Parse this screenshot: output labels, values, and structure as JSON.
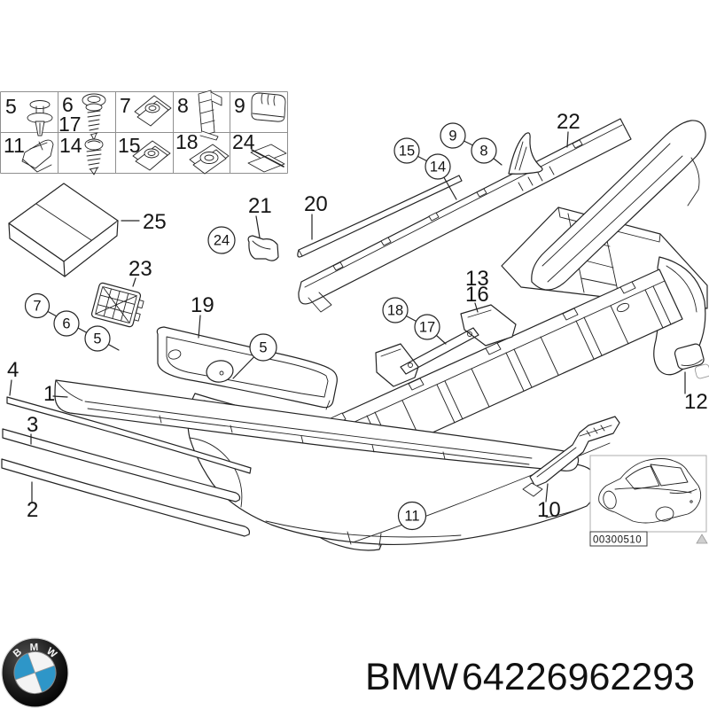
{
  "parts_table": {
    "row1": [
      {
        "number": "5",
        "icon": "expansion-rivet"
      },
      {
        "number": "6",
        "number2": "17",
        "icon": "screw-with-washer"
      },
      {
        "number": "7",
        "icon": "sheet-metal-clip-nut"
      },
      {
        "number": "8",
        "icon": "ladder-clip"
      },
      {
        "number": "9",
        "icon": "cover-cap"
      }
    ],
    "row2": [
      {
        "number": "11",
        "icon": "spring-clip"
      },
      {
        "number": "14",
        "icon": "screw"
      },
      {
        "number": "15",
        "icon": "sheet-metal-clip-nut"
      },
      {
        "number": "18",
        "icon": "sheet-metal-clip-nut"
      },
      {
        "number": "24",
        "icon": "folded-cap-clip"
      }
    ]
  },
  "callouts": {
    "plain": {
      "n25": "25",
      "n23": "23",
      "n21": "21",
      "n20": "20",
      "n19": "19",
      "n22": "22",
      "n13": "13",
      "n16": "16",
      "n12": "12",
      "n10": "10",
      "n4": "4",
      "n1": "1",
      "n3": "3",
      "n2": "2"
    },
    "circled": {
      "c7": "7",
      "c6": "6",
      "c5": "5",
      "c5b": "5",
      "c24": "24",
      "c15": "15",
      "c14": "14",
      "c9": "9",
      "c8": "8",
      "c18": "18",
      "c17": "17",
      "c11": "11"
    }
  },
  "vehicle_box": {
    "image_code": "00300510"
  },
  "footer": {
    "brand": "BMW",
    "part_number": "64226962293",
    "logo_letters": [
      "B",
      "M",
      "W"
    ]
  },
  "colors": {
    "line": "#242424",
    "grid_line": "#8f8f8f",
    "bmw_blue": "#2e96c8",
    "logo_ring": "#141414"
  }
}
